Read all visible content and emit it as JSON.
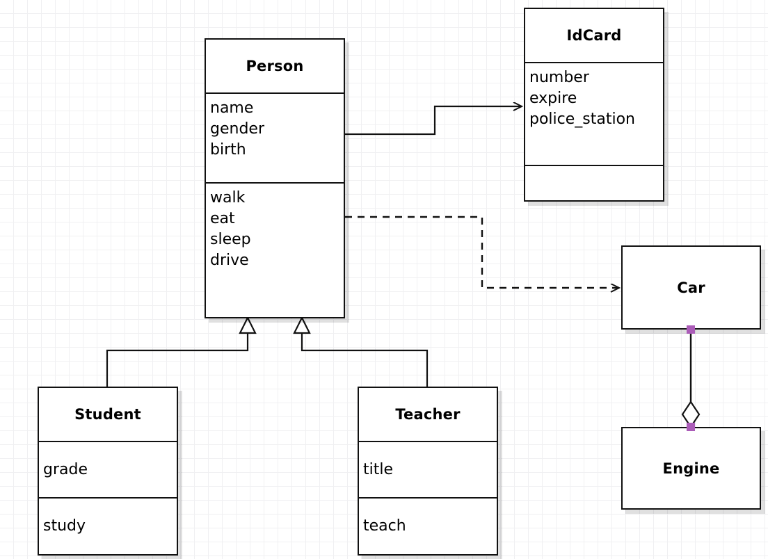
{
  "diagram": {
    "type": "uml-class-diagram",
    "background": "#ffffff",
    "grid_color": "#f0f0f2",
    "line_color": "#111111",
    "handle_color": "#ab5cb8"
  },
  "classes": {
    "person": {
      "name": "Person",
      "attributes": [
        "name",
        "gender",
        "birth"
      ],
      "methods": [
        "walk",
        "eat",
        "sleep",
        "drive"
      ]
    },
    "idcard": {
      "name": "IdCard",
      "attributes": [
        "number",
        "expire",
        "police_station"
      ],
      "methods": []
    },
    "student": {
      "name": "Student",
      "attributes": [
        "grade"
      ],
      "methods": [
        "study"
      ]
    },
    "teacher": {
      "name": "Teacher",
      "attributes": [
        "title"
      ],
      "methods": [
        "teach"
      ]
    },
    "car": {
      "name": "Car",
      "attributes": [],
      "methods": []
    },
    "engine": {
      "name": "Engine",
      "attributes": [],
      "methods": []
    }
  },
  "relationships": [
    {
      "id": "person-idcard",
      "kind": "association",
      "from": "Person",
      "to": "IdCard",
      "line": "solid",
      "head": "open-arrow"
    },
    {
      "id": "person-car",
      "kind": "dependency",
      "from": "Person",
      "to": "Car",
      "line": "dashed",
      "head": "open-arrow"
    },
    {
      "id": "student-person",
      "kind": "generalization",
      "from": "Student",
      "to": "Person",
      "line": "solid",
      "head": "hollow-triangle"
    },
    {
      "id": "teacher-person",
      "kind": "generalization",
      "from": "Teacher",
      "to": "Person",
      "line": "solid",
      "head": "hollow-triangle"
    },
    {
      "id": "car-engine",
      "kind": "aggregation",
      "from": "Car",
      "to": "Engine",
      "line": "solid",
      "head": "hollow-diamond"
    }
  ]
}
